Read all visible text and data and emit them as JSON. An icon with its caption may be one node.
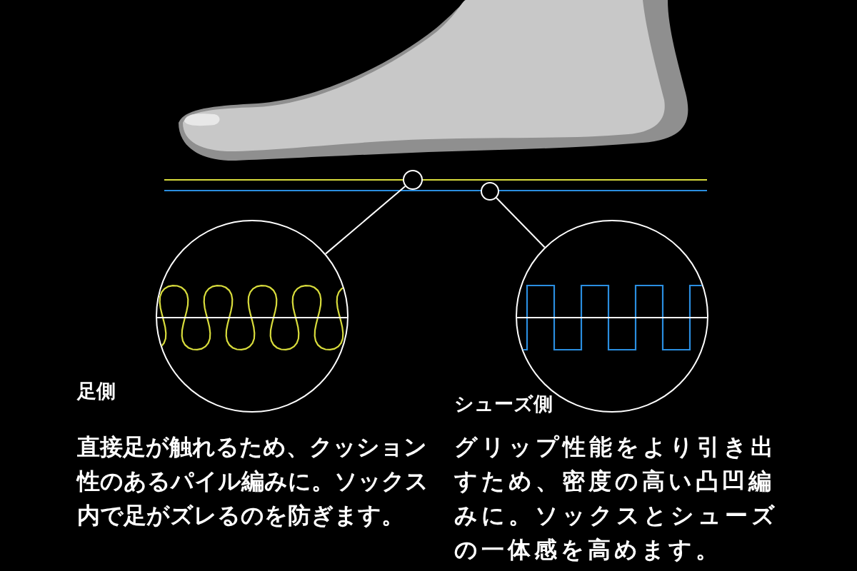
{
  "diagram": {
    "nodes": [
      {
        "text": [],
        "shape": "circle"
      },
      {
        "text": [],
        "shape": "circle"
      },
      {
        "text": [],
        "shape": "circle"
      },
      {
        "text": [],
        "shape": "circle"
      }
    ],
    "edges": [
      {
        "from": 0,
        "to": 2,
        "arrow": "none"
      },
      {
        "from": 1,
        "to": 3,
        "arrow": "none"
      }
    ],
    "labels": [
      "足側",
      "直接足が触れるため、クッション性のあるパイル編みに。ソックス内で足がズレるのを防ぎます。",
      "シューズ側",
      "グリップ性能をより引き出すため、密度の高い凸凹編みに。ソックスとシューズの一体感を高めます。"
    ]
  }
}
